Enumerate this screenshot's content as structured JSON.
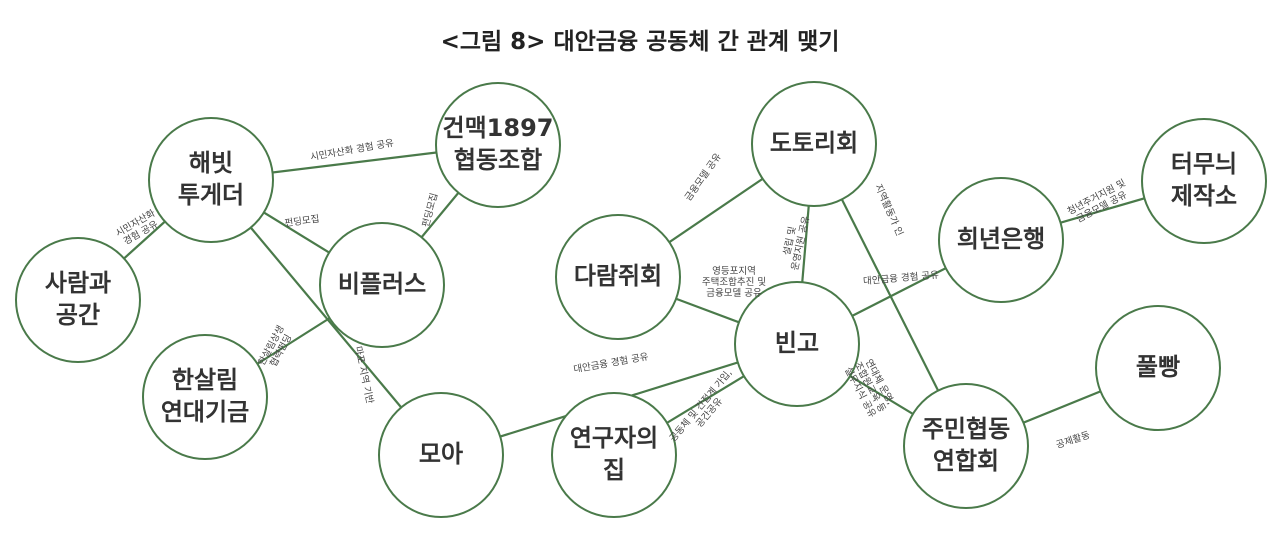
{
  "title": "<그림 8> 대안금융 공동체 간 관계 맺기",
  "colors": {
    "stroke": "#4a7a4a",
    "text": "#333333"
  },
  "nodes": [
    {
      "id": "haebit",
      "lines": [
        "해빗",
        "투게더"
      ]
    },
    {
      "id": "geonmaek",
      "lines": [
        "건맥1897",
        "협동조합"
      ]
    },
    {
      "id": "saram",
      "lines": [
        "사람과",
        "공간"
      ]
    },
    {
      "id": "biplus",
      "lines": [
        "비플러스"
      ]
    },
    {
      "id": "hansallim",
      "lines": [
        "한살림",
        "연대기금"
      ]
    },
    {
      "id": "moa",
      "lines": [
        "모아"
      ]
    },
    {
      "id": "dotori",
      "lines": [
        "도토리회"
      ]
    },
    {
      "id": "daram",
      "lines": [
        "다람쥐회"
      ]
    },
    {
      "id": "bingo",
      "lines": [
        "빈고"
      ]
    },
    {
      "id": "yeongu",
      "lines": [
        "연구자의",
        "집"
      ]
    },
    {
      "id": "huinyeon",
      "lines": [
        "희년은행"
      ]
    },
    {
      "id": "teomu",
      "lines": [
        "터무늬",
        "제작소"
      ]
    },
    {
      "id": "pulppang",
      "lines": [
        "풀빵"
      ]
    },
    {
      "id": "jumin",
      "lines": [
        "주민협동",
        "연합회"
      ]
    }
  ],
  "edges": [
    {
      "from": "haebit",
      "to": "geonmaek",
      "label": [
        "시민자산화 경험 공유"
      ]
    },
    {
      "from": "saram",
      "to": "haebit",
      "label": [
        "시민자산화",
        "경험 공유"
      ]
    },
    {
      "from": "haebit",
      "to": "biplus",
      "label": [
        "펀딩모집"
      ]
    },
    {
      "from": "biplus",
      "to": "geonmaek",
      "label": [
        "펀딩모집"
      ]
    },
    {
      "from": "haebit",
      "to": "moa",
      "label": [
        "마포 지역 기반"
      ]
    },
    {
      "from": "hansallim",
      "to": "biplus",
      "label": [
        "한살림상생",
        "협력펀딩"
      ]
    },
    {
      "from": "daram",
      "to": "dotori",
      "label": [
        "금융모델 공유"
      ]
    },
    {
      "from": "bingo",
      "to": "dotori",
      "label": [
        "설립 및",
        "운영지원 공유"
      ]
    },
    {
      "from": "dotori",
      "to": "jumin",
      "label": [
        "지역활동가 인"
      ]
    },
    {
      "from": "daram",
      "to": "bingo",
      "label": [
        "영등포지역",
        "주택조합추진 및",
        "금융모델 공유"
      ]
    },
    {
      "from": "bingo",
      "to": "huinyeon",
      "label": [
        "대안금융 경험 공유"
      ]
    },
    {
      "from": "moa",
      "to": "bingo",
      "label": [
        "대안금융 경험 공유"
      ]
    },
    {
      "from": "yeongu",
      "to": "bingo",
      "label": [
        "공동체 및 간접계 가입,",
        "공간공유"
      ]
    },
    {
      "from": "bingo",
      "to": "jumin",
      "label": [
        "연대체 운영,",
        "조합원교육 등",
        "실무지식 공유"
      ]
    },
    {
      "from": "huinyeon",
      "to": "teomu",
      "label": [
        "청년주거지원 및",
        "금융모델 공유"
      ]
    },
    {
      "from": "jumin",
      "to": "pulppang",
      "label": [
        "공제활동"
      ]
    }
  ]
}
